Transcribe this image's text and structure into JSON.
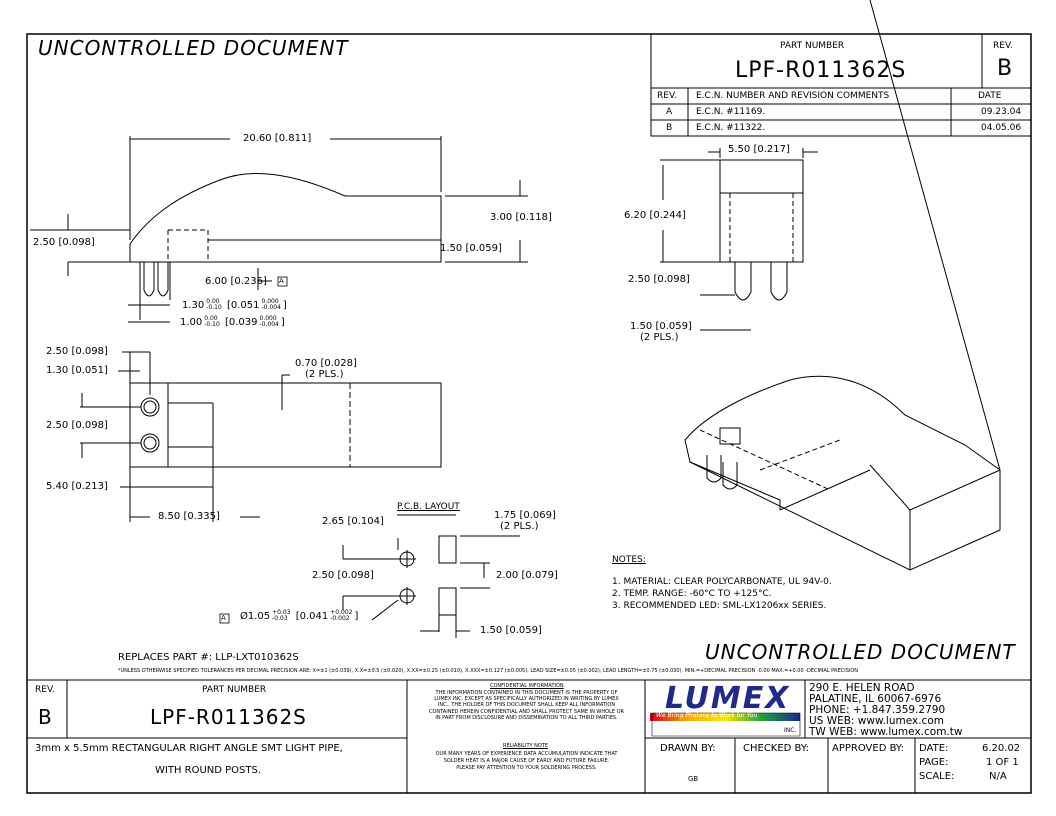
{
  "header": {
    "uncontrolled_top": "UNCONTROLLED  DOCUMENT",
    "uncontrolled_bottom": "UNCONTROLLED  DOCUMENT",
    "part_number_label": "PART  NUMBER",
    "part_number": "LPF-R011362S",
    "rev_label": "REV.",
    "rev": "B"
  },
  "revision_table": {
    "headers": [
      "REV.",
      "E.C.N.  NUMBER  AND  REVISION  COMMENTS",
      "DATE"
    ],
    "rows": [
      {
        "rev": "A",
        "comment": "E.C.N.  #11169.",
        "date": "09.23.04"
      },
      {
        "rev": "B",
        "comment": "E.C.N.  #11322.",
        "date": "04.05.06"
      }
    ]
  },
  "dimensions": {
    "side_length": "20.60  [0.811]",
    "side_height": "3.00  [0.118]",
    "side_left_height": "2.50  [0.098]",
    "side_step": "1.50  [0.059]",
    "post_spacing": "6.00  [0.236]",
    "datum_a": "A",
    "post_w1": "1.30",
    "post_w1_tol_top": "0.00",
    "post_w1_tol_bot": "-0.10",
    "post_w1_in": "[0.051",
    "post_w1_in_tol_top": "0.000",
    "post_w1_in_tol_bot": "-0.004",
    "post_w2": "1.00",
    "post_w2_tol_top": "0.00",
    "post_w2_tol_bot": "-0.10",
    "post_w2_in": "[0.039",
    "post_w2_in_tol_top": "0.000",
    "post_w2_in_tol_bot": "-0.004",
    "front_width": "5.50  [0.217]",
    "front_height": "6.20  [0.244]",
    "front_post_len": "2.50  [0.098]",
    "front_post_dia": "1.50  [0.059]",
    "front_post_count": "(2  PLS.)",
    "top_2_50": "2.50  [0.098]",
    "top_1_30": "1.30  [0.051]",
    "top_0_70": "0.70  [0.028]",
    "top_0_70_count": "(2  PLS.)",
    "top_2_50b": "2.50  [0.098]",
    "top_5_40": "5.40  [0.213]",
    "top_8_50": "8.50  [0.335]",
    "pcb_title": "P.C.B.  LAYOUT",
    "pcb_2_65": "2.65  [0.104]",
    "pcb_1_75": "1.75  [0.069]",
    "pcb_1_75_count": "(2  PLS.)",
    "pcb_2_50": "2.50  [0.098]",
    "pcb_2_00": "2.00  [0.079]",
    "pcb_1_50": "1.50  [0.059]",
    "hole_dia": "Ø1.05",
    "hole_tol_top": "+0.03",
    "hole_tol_bot": "-0.03",
    "hole_in": "[0.041",
    "hole_in_tol_top": "+0.002",
    "hole_in_tol_bot": "-0.002"
  },
  "notes": {
    "title": "NOTES:",
    "items": [
      "1.  MATERIAL:  CLEAR  POLYCARBONATE,  UL  94V-0.",
      "2.  TEMP.  RANGE:  -60°C  TO  +125°C.",
      "3.  RECOMMENDED  LED:  SML-LX1206xx  SERIES."
    ]
  },
  "replaces": "REPLACES  PART  #:  LLP-LXT010362S",
  "tolerance_note": "*UNLESS OTHERWISE SPECIFIED TOLERANCES PER DECIMAL PRECISION ARE: X=±1 (±0.039), X.X=±0.5 (±0.020), X.XX=±0.25 (±0.010), X.XXX=±0.127 (±0.005).  LEAD SIZE=±0.05 (±0.002), LEAD LENGTH=±0.75 (±0.030).  MIN.=+DECIMAL PRECISION -0.00  MAX.=+0.00 -DECIMAL PRECISION",
  "title_block": {
    "rev_label": "REV.",
    "rev": "B",
    "part_number_label": "PART  NUMBER",
    "part_number": "LPF-R011362S",
    "description_1": "3mm  x  5.5mm  RECTANGULAR  RIGHT  ANGLE  SMT  LIGHT  PIPE,",
    "description_2": "WITH  ROUND  POSTS.",
    "confidential_title": "CONFIDENTIAL INFORMATION",
    "confidential_text": [
      "THE INFORMATION CONTAINED IN THIS DOCUMENT IS THE PROPERTY OF",
      "LUMEX INC.  EXCEPT AS SPECIFICALLY AUTHORIZED IN WRITING BY LUMEX",
      "INC., THE HOLDER OF THIS DOCUMENT SHALL KEEP ALL INFORMATION",
      "CONTAINED HEREIN CONFIDENTIAL AND SHALL PROTECT SAME IN WHOLE OR",
      "IN PART FROM DISCLOSURE AND DISSEMINATION TO ALL THIRD PARTIES."
    ],
    "reliability_title": "RELIABILITY NOTE",
    "reliability_text": [
      "OUR MANY YEARS OF EXPERIENCE DATA ACCUMULATION INDICATE THAT",
      "SOLDER HEAT IS A MAJOR CAUSE OF EARLY AND FUTURE FAILURE.",
      "PLEASE PAY ATTENTION TO YOUR SOLDERING PROCESS."
    ],
    "logo_text": "LUMEX",
    "logo_tagline": "We Bring Photons to Work for You",
    "logo_inc": "INC.",
    "address": [
      "290  E.  HELEN  ROAD",
      "PALATINE,  IL  60067-6976",
      "PHONE:  +1.847.359.2790",
      "US  WEB:  www.lumex.com",
      "TW  WEB:  www.lumex.com.tw"
    ],
    "drawn_by_label": "DRAWN  BY:",
    "drawn_by": "GB",
    "checked_by_label": "CHECKED  BY:",
    "approved_by_label": "APPROVED  BY:",
    "date_label": "DATE:",
    "date": "6.20.02",
    "page_label": "PAGE:",
    "page": "1  OF  1",
    "scale_label": "SCALE:",
    "scale": "N/A"
  },
  "colors": {
    "ink": "#000000",
    "logo_blue": "#1f2a8a",
    "paper": "#ffffff"
  }
}
